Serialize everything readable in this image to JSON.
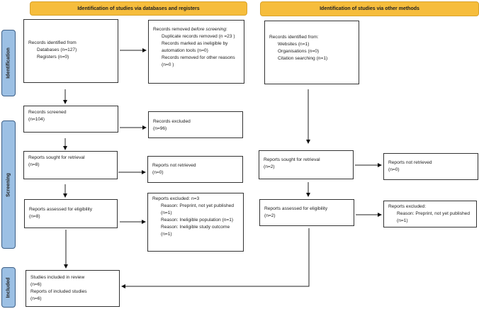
{
  "headers": {
    "left": "Identification of studies via databases and registers",
    "right": "Identification of studies via other methods"
  },
  "phases": [
    "Identification",
    "Screening",
    "Included"
  ],
  "colors": {
    "header": "#f6bd3c",
    "phase": "#9cc0e4"
  },
  "left": {
    "identified": {
      "title": "Records identified from",
      "lines": [
        "Databases (n=127)",
        "Registers (n=0)"
      ]
    },
    "removed": {
      "title_prefix": "Records removed ",
      "title_em": "before screening",
      "title_suffix": ":",
      "lines": [
        "Duplicate records removed (n =23 )",
        "Records marked as ineligible by automation tools (n=0)",
        "Records removed for other reasons (n=0 )"
      ]
    },
    "screened": {
      "title": "Records screened",
      "n": "(n=104)"
    },
    "excluded": {
      "title": "Records excluded",
      "n": "(n=96)"
    },
    "sought": {
      "title": "Reports sought for retrieval",
      "n": "(n=8)"
    },
    "not_retrieved": {
      "title": "Reports not retrieved",
      "n": "(n=0)"
    },
    "assessed": {
      "title": "Reports assessed for eligibility",
      "n": "(n=8)"
    },
    "reports_excluded": {
      "title": "Reports excluded: n=3",
      "lines": [
        "Reason: Preprint, not yet published (n=1)",
        "Reason: Ineligible population (n=1)",
        "Reason: Ineligible study outcome (n=1)"
      ]
    },
    "included": {
      "lines": [
        "Studies included in review",
        "(n=6)",
        "Reports of included studies",
        "(n=6)"
      ]
    }
  },
  "right": {
    "identified": {
      "title": "Records identified from:",
      "lines": [
        "Websites (n=1)",
        "Organisations (n=0)",
        "Citation searching (n=1)"
      ]
    },
    "sought": {
      "title": "Reports sought for retrieval",
      "n": "(n=2)"
    },
    "not_retrieved": {
      "title": "Reports not retrieved",
      "n": "(n=0)"
    },
    "assessed": {
      "title": "Reports assessed for eligibility",
      "n": "(n=2)"
    },
    "reports_excluded": {
      "title": "Reports excluded:",
      "lines": [
        "Reason: Preprint, not yet published (n=1)"
      ]
    }
  }
}
